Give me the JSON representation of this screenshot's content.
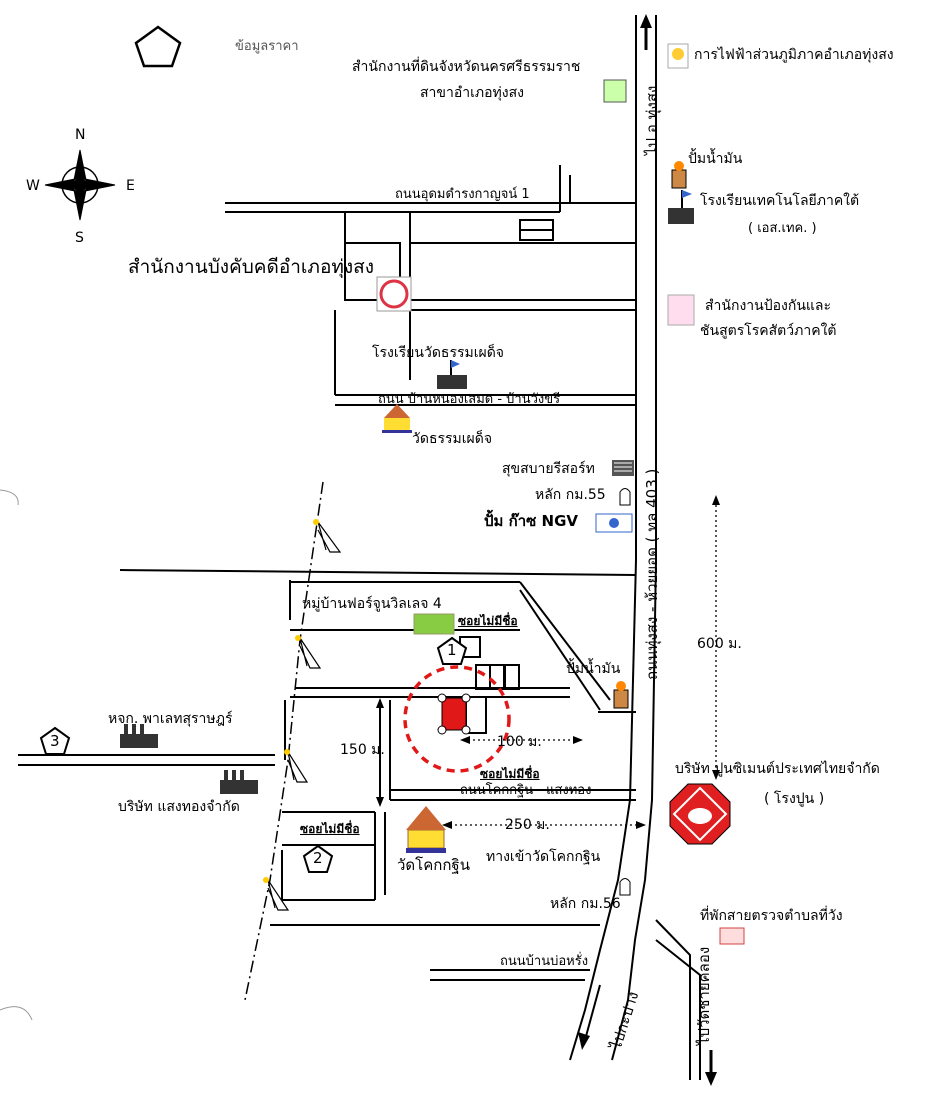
{
  "title": "ข้อมูลราคา",
  "compass": {
    "n": "N",
    "s": "S",
    "e": "E",
    "w": "W"
  },
  "roads": {
    "main_highway": "ถนนทุ่งสง - ห้วยยอด ( ทล.403 )",
    "to_thungsong": "ไป อ.ทุ่งสง",
    "to_kapang": "ไปกะปาง",
    "to_chaiwang": "ไปวัดชายคลอง",
    "udomdamrong": "ถนนอุดมดำรงกาญจน์ 1",
    "nongsamed": "ถนน บ้านหนองเสมด - บ้านวังขรี",
    "kokkrathin_saengthong": "ถนนโคกกฐิน - แสงทอง",
    "bannongrang": "ถนนบ้านบ่อหรั่ง",
    "soi_unnamed": "ซอยไม่มีชื่อ",
    "temple_entrance": "ทางเข้าวัดโคกกฐิน"
  },
  "places": {
    "land_office_1": "สำนักงานที่ดินจังหวัดนครศรีธรรมราช",
    "land_office_2": "สาขาอำเภอทุ่งสง",
    "pea": "การไฟฟ้าส่วนภูมิภาคอำเภอทุ่งสง",
    "fuel_top": "ปั้มน้ำมัน",
    "tech_school": "โรงเรียนเทคโนโลยีภาคใต้",
    "tech_school_abbr": "( เอส.เทค. )",
    "enforcement_office": "สำนักงานบังคับคดีอำเภอทุ่งสง",
    "animal_office_1": "สำนักงานป้องกันและ",
    "animal_office_2": "ชันสูตรโรคสัตว์ภาคใต้",
    "school_tham": "โรงเรียนวัดธรรมเผด็จ",
    "temple_tham": "วัดธรรมเผด็จ",
    "resort": "สุขสบายรีสอร์ท",
    "km55": "หลัก กม.55",
    "ngv": "ปั้ม ก๊าซ NGV",
    "village": "หมู่บ้านฟอร์จูนวิลเลจ 4",
    "fuel_mid": "ปั้มน้ำมัน",
    "phalet": "หจก. พาเลทสุราษฎร์",
    "saengthong": "บริษัท แสงทองจำกัด",
    "siam_cement_1": "บริษัท ปูนซิเมนต์ประเทศไทยจำกัด",
    "siam_cement_2": "( โรงปูน )",
    "temple_kok": "วัดโคกกฐิน",
    "km56": "หลัก กม.56",
    "police_box": "ที่พักสายตรวจตำบลที่วัง"
  },
  "distances": {
    "d600": "600 ม.",
    "d150": "150 ม.",
    "d100": "100 ม.",
    "d250": "250 ม."
  },
  "markers": {
    "m1": "1",
    "m2": "2",
    "m3": "3"
  },
  "colors": {
    "subject_fill": "#e01818",
    "subject_ring": "#e01818",
    "ink": "#000000",
    "cement_red": "#e02020"
  },
  "icons": [
    "pentagon-icon",
    "compass-rose-icon",
    "transmission-tower-icon",
    "factory-icon",
    "flag-school-icon",
    "temple-icon",
    "gas-pump-icon",
    "km-post-icon",
    "ngv-logo-icon",
    "elephant-logo-icon",
    "seal-icon"
  ]
}
